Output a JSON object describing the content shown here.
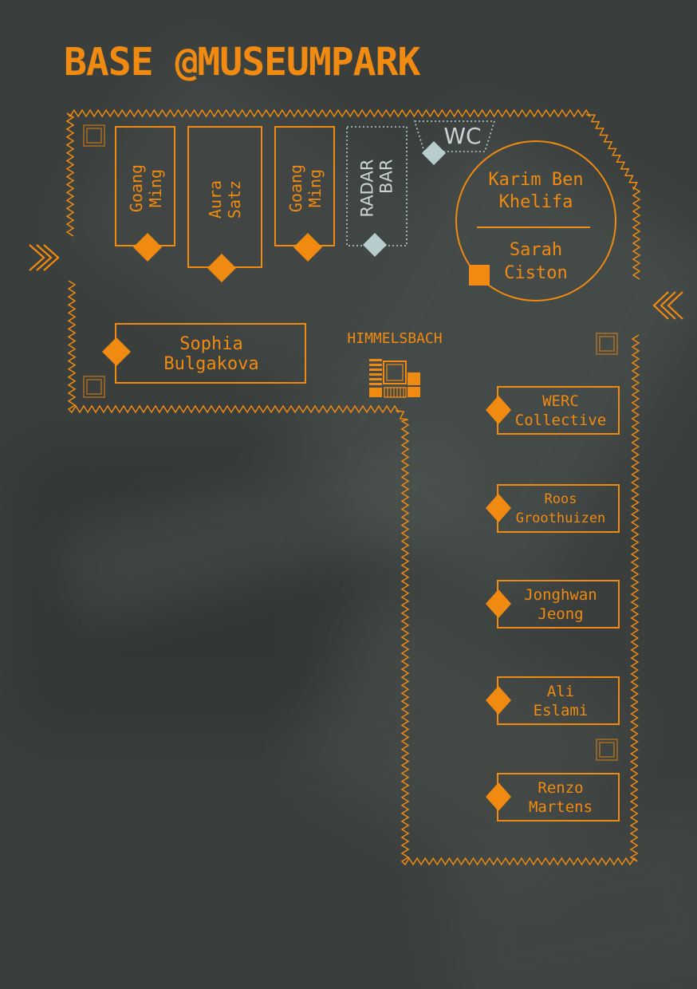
{
  "title": "BASE @MUSEUMPARK",
  "colors": {
    "accent": "#f08a10",
    "facility": "#b7cccd",
    "background": "#3a3f3d"
  },
  "icons": {
    "entrance_left": "chevron-right-triple",
    "entrance_right": "chevron-left-triple",
    "marker": "diamond",
    "corner": "square"
  },
  "booths": [
    {
      "line1": "Goang",
      "line2": "Ming"
    },
    {
      "line1": "Aura",
      "line2": "Satz"
    },
    {
      "line1": "Goang",
      "line2": "Ming"
    }
  ],
  "radar_bar": {
    "line1": "RADAR",
    "line2": "BAR"
  },
  "wc": "WC",
  "circle_stage": {
    "top_line1": "Karim Ben",
    "top_line2": "Khelifa",
    "bottom_line1": "Sarah",
    "bottom_line2": "Ciston"
  },
  "sophia": {
    "line1": "Sophia",
    "line2": "Bulgakova"
  },
  "himmelsbach": "HIMMELSBACH",
  "right_column": [
    {
      "line1": "WERC",
      "line2": "Collective"
    },
    {
      "line1": "Roos",
      "line2": "Groothuizen"
    },
    {
      "line1": "Jonghwan",
      "line2": "Jeong"
    },
    {
      "line1": "Ali",
      "line2": "Eslami"
    },
    {
      "line1": "Renzo",
      "line2": "Martens"
    }
  ]
}
